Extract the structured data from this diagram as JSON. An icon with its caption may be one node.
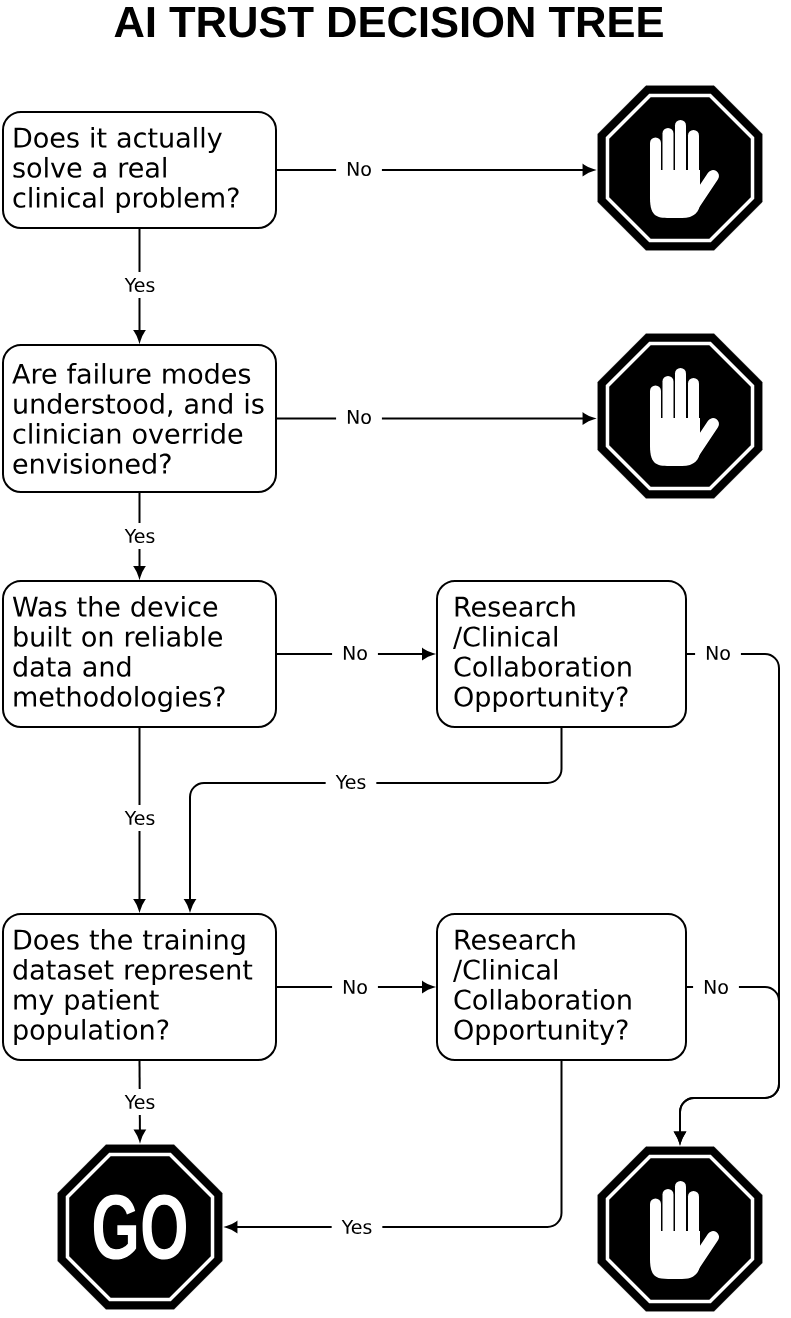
{
  "diagram": {
    "title": "AI TRUST DECISION TREE",
    "nodes": [
      {
        "text": [
          "Does it actually solve a real clinical problem?"
        ]
      },
      {
        "text": [],
        "shape": "octagon"
      },
      {
        "text": [
          "Are failure modes understood, and is clinician override envisioned?"
        ]
      },
      {
        "text": [],
        "shape": "octagon"
      },
      {
        "text": [
          "Was the device built on reliable data and methodologies?"
        ]
      },
      {
        "text": [
          "Research /Clinical Collaboration Opportunity?"
        ]
      },
      {
        "text": [
          "Does the training dataset represent my patient population?"
        ]
      },
      {
        "text": [
          "Research /Clinical Collaboration Opportunity?"
        ]
      },
      {
        "text": [
          "GO"
        ]
      },
      {
        "text": [],
        "shape": "octagon"
      }
    ],
    "edges": [
      {
        "from": 0,
        "to": 1,
        "arrow": "to",
        "label": "No"
      },
      {
        "from": 0,
        "to": 2,
        "arrow": "to",
        "label": "Yes"
      },
      {
        "from": 2,
        "to": 3,
        "arrow": "to",
        "label": "No"
      },
      {
        "from": 2,
        "to": 4,
        "arrow": "to",
        "label": "Yes"
      },
      {
        "from": 4,
        "to": 5,
        "arrow": "to",
        "label": "No"
      },
      {
        "from": 4,
        "to": 6,
        "arrow": "to",
        "label": "Yes"
      },
      {
        "from": 5,
        "to": 6,
        "arrow": "to",
        "label": "Yes"
      },
      {
        "from": 5,
        "to": 9,
        "arrow": "to",
        "label": "No"
      },
      {
        "from": 6,
        "to": 7,
        "arrow": "to",
        "label": "No"
      },
      {
        "from": 6,
        "to": 8,
        "arrow": "to",
        "label": "Yes"
      },
      {
        "from": 7,
        "to": 8,
        "arrow": "to",
        "label": "Yes"
      },
      {
        "from": 7,
        "to": 9,
        "arrow": "to",
        "label": "No"
      }
    ]
  }
}
